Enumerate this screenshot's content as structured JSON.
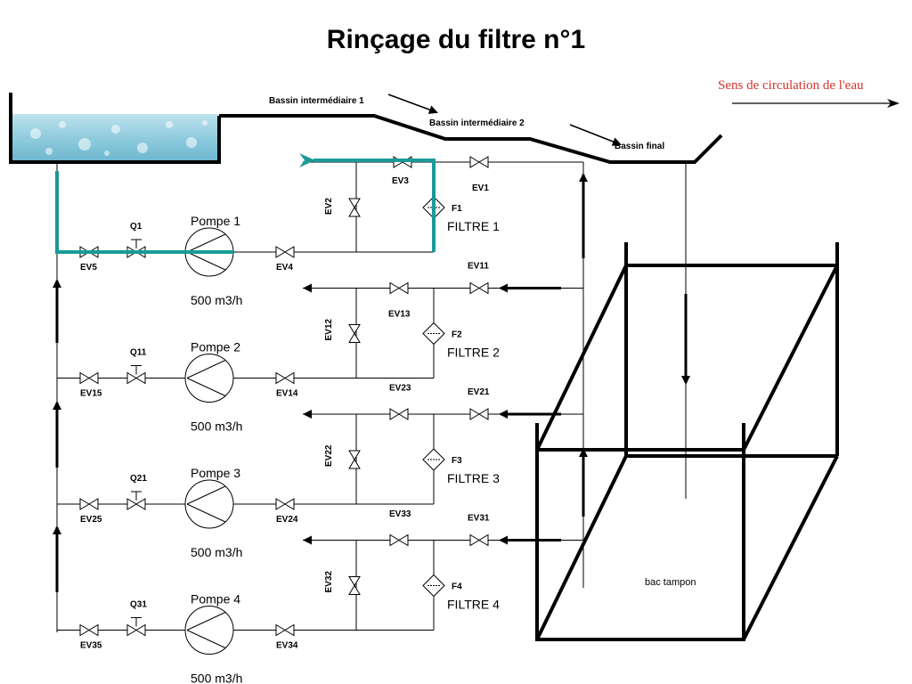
{
  "title": "Rinçage du filtre n°1",
  "legend": {
    "text": "Sens de circulation de l'eau",
    "color": "#d8322c"
  },
  "basins": {
    "intermediate1": "Bassin intermédiaire 1",
    "intermediate2": "Bassin intermédiaire 2",
    "final": "Bassin final",
    "buffer_tank": "bac tampon"
  },
  "highlight_color": "#1a9a98",
  "lines": [
    {
      "pump": "Pompe 1",
      "flow": "500 m3/h",
      "inlet_valve": "EV5",
      "flow_valve": "Q1",
      "outlet_valve": "EV4",
      "bypass_valve": "EV2",
      "top_valve": "EV3",
      "return_valve": "EV1",
      "filter_id": "F1",
      "filter_name": "FILTRE 1"
    },
    {
      "pump": "Pompe 2",
      "flow": "500 m3/h",
      "inlet_valve": "EV15",
      "flow_valve": "Q11",
      "outlet_valve": "EV14",
      "bypass_valve": "EV12",
      "top_valve": "EV13",
      "return_valve": "EV11",
      "bottom_valve": "EV23",
      "filter_id": "F2",
      "filter_name": "FILTRE 2"
    },
    {
      "pump": "Pompe 3",
      "flow": "500 m3/h",
      "inlet_valve": "EV25",
      "flow_valve": "Q21",
      "outlet_valve": "EV24",
      "bypass_valve": "EV22",
      "top_valve": "",
      "return_valve": "EV21",
      "bottom_valve": "EV33",
      "filter_id": "F3",
      "filter_name": "FILTRE 3"
    },
    {
      "pump": "Pompe 4",
      "flow": "500 m3/h",
      "inlet_valve": "EV35",
      "flow_valve": "Q31",
      "outlet_valve": "EV34",
      "bypass_valve": "EV32",
      "top_valve": "",
      "return_valve": "EV31",
      "filter_id": "F4",
      "filter_name": "FILTRE 4"
    }
  ]
}
